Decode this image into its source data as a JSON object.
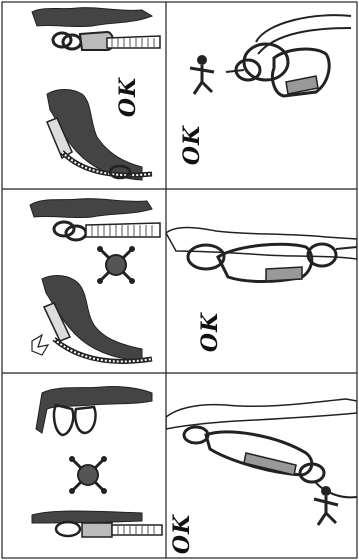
{
  "diagram": {
    "rows": [
      {
        "left": {
          "label_top": "OK",
          "label_bottom": ""
        },
        "right": {
          "label": "OK"
        }
      },
      {
        "left": {
          "status_icon": "danger-cross-icon"
        },
        "right": {
          "label": "OK"
        }
      },
      {
        "left": {
          "status_icon": "danger-cross-icon"
        },
        "right": {
          "label": "OK"
        }
      }
    ],
    "line_color": "#222222",
    "hatch_color": "#555555"
  }
}
